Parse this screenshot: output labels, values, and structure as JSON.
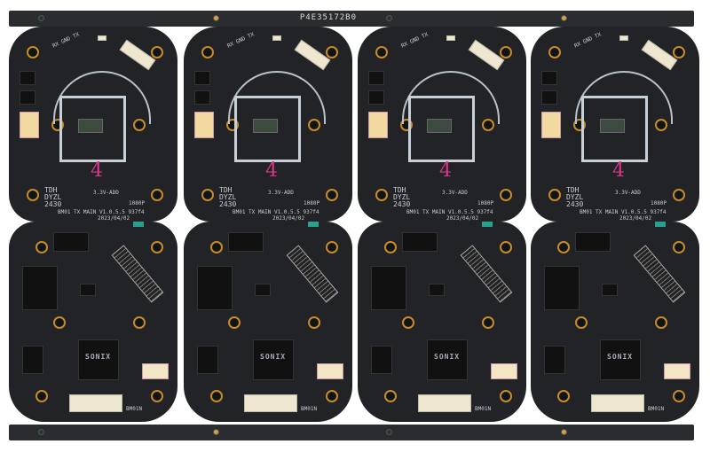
{
  "panel_label": "P4E35172B0",
  "top_board": {
    "header_pins": "RX GND TX",
    "marking_lines": [
      "TDH",
      "DYZL",
      "2430"
    ],
    "version": "BM01 TX MAIN V1.0.5.5 937f4",
    "date": "2023/04/02",
    "resolution": "1080P",
    "power": "3.3V-ADD",
    "handwritten": "4"
  },
  "bottom_board": {
    "soc_brand": "SONIX",
    "label": "BM01N"
  },
  "columns": 4
}
